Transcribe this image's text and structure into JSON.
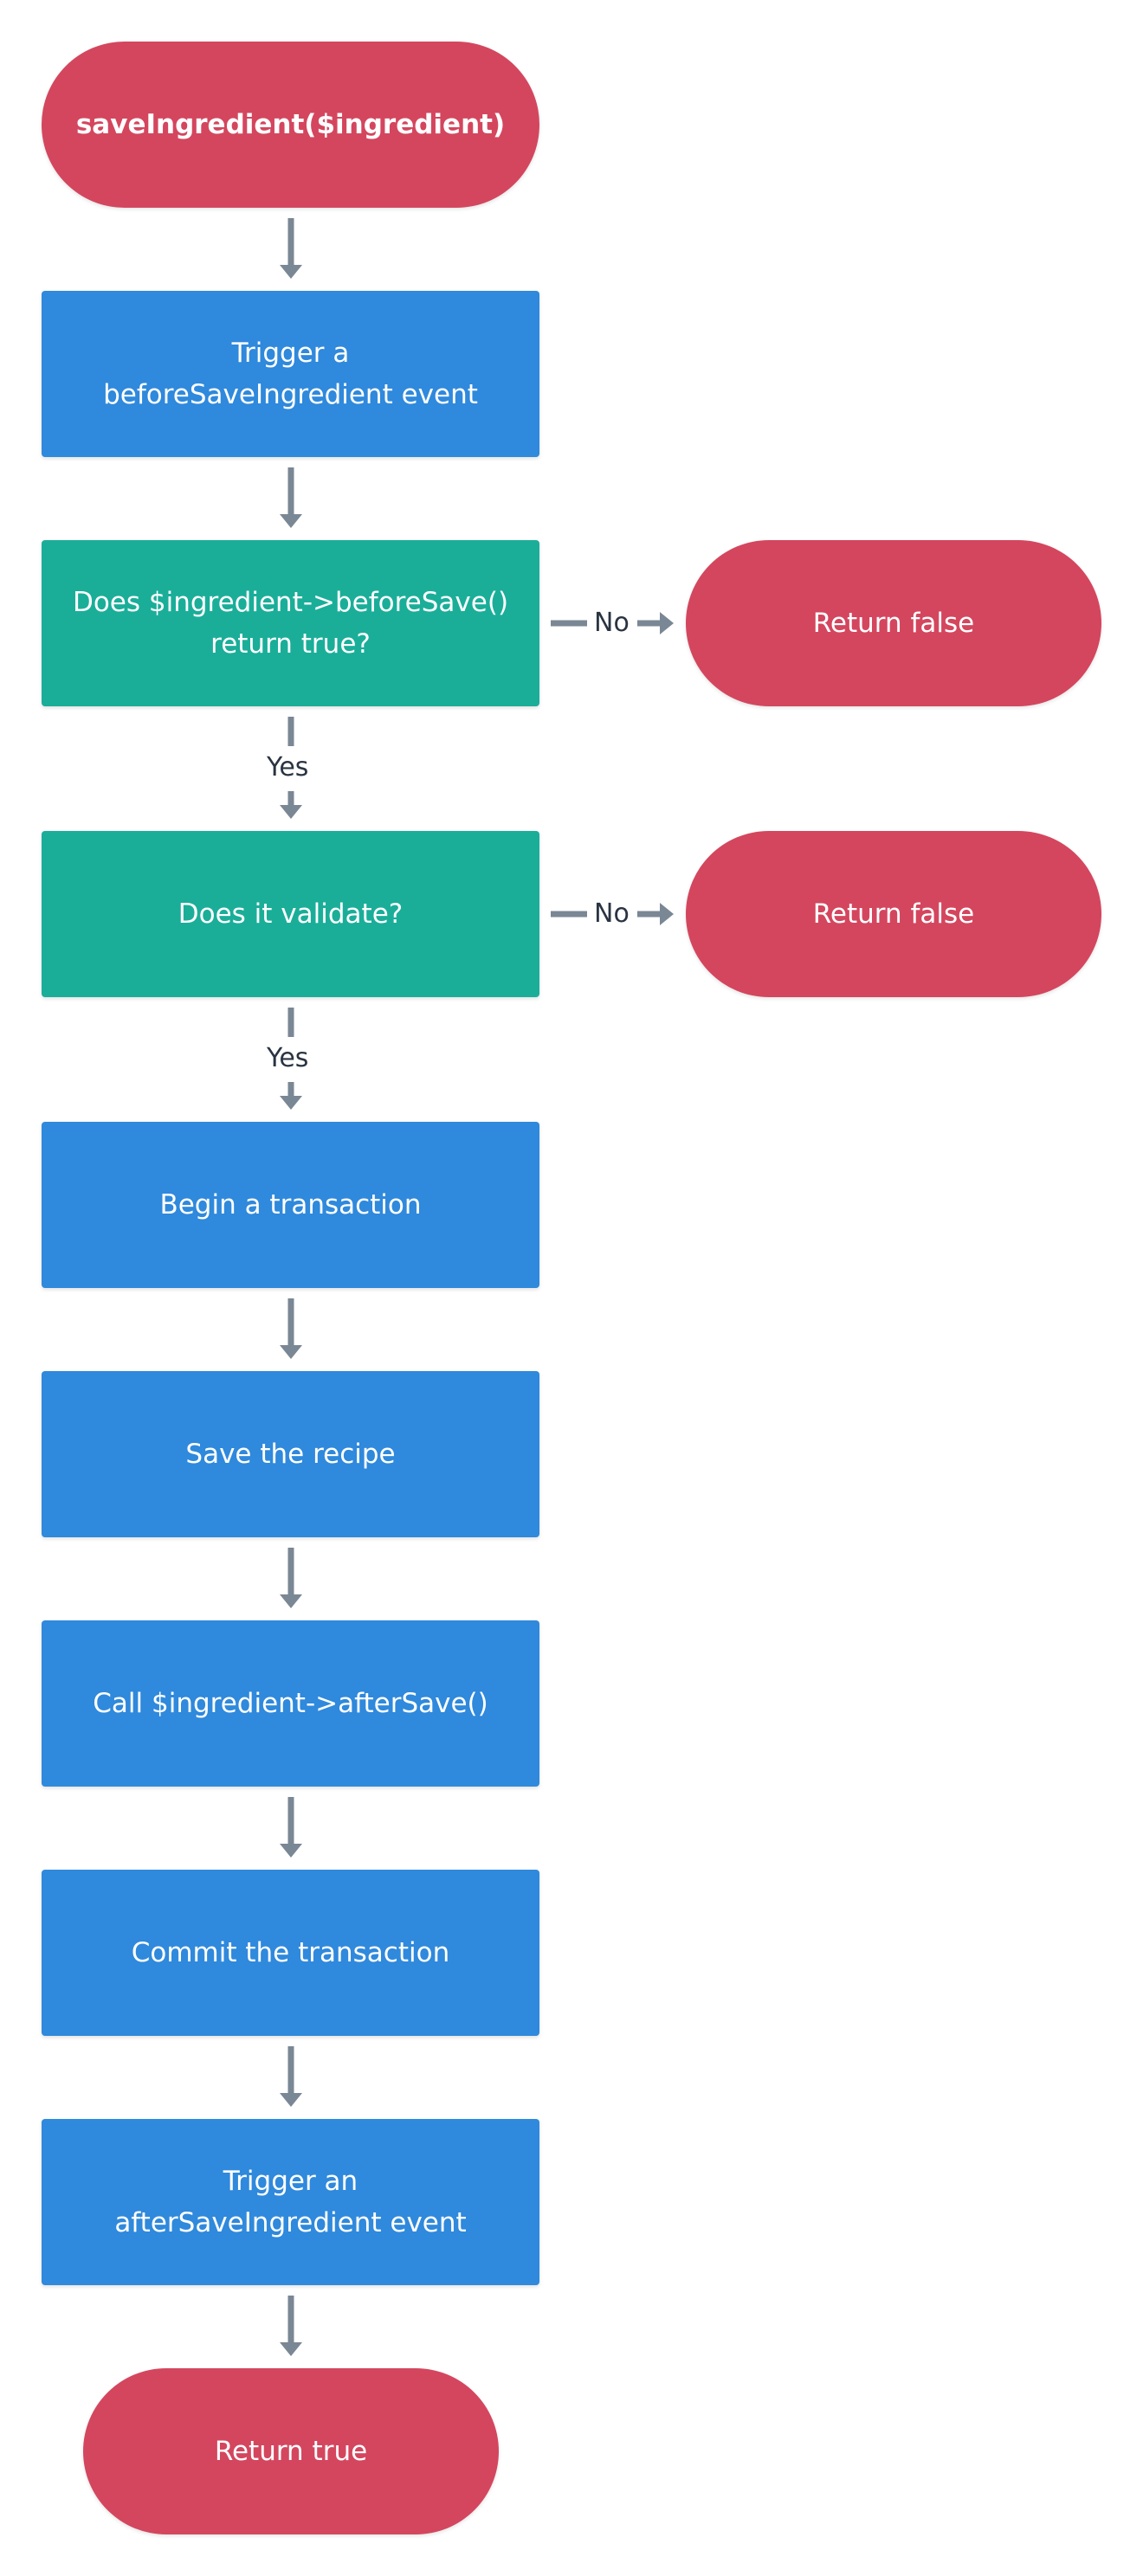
{
  "colors": {
    "terminal": "#d4465e",
    "process": "#2f89dc",
    "decision": "#1aae99",
    "arrow": "#7a8794",
    "label": "#2a3442"
  },
  "nodes": {
    "start": "saveIngredient($ingredient)",
    "trigger_before": [
      "Trigger a",
      "beforeSaveIngredient event"
    ],
    "decision_before_save": [
      "Does $ingredient->beforeSave()",
      "return true?"
    ],
    "return_false_1": "Return false",
    "decision_validate": "Does it validate?",
    "return_false_2": "Return false",
    "begin_transaction": "Begin a transaction",
    "save_recipe": "Save the recipe",
    "call_after_save": "Call $ingredient->afterSave()",
    "commit_transaction": "Commit the transaction",
    "trigger_after": [
      "Trigger an",
      "afterSaveIngredient event"
    ],
    "end": "Return true"
  },
  "edge_labels": {
    "no_1": "No",
    "yes_1": "Yes",
    "no_2": "No",
    "yes_2": "Yes"
  }
}
